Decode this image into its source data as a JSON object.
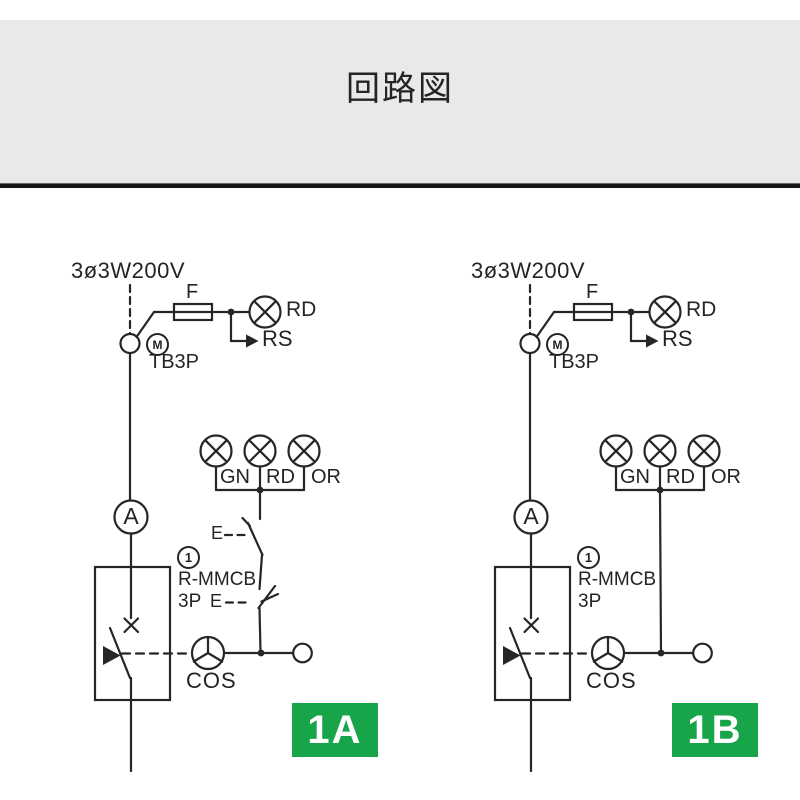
{
  "header": {
    "title": "回路図"
  },
  "colors": {
    "badge_green": "#18a449",
    "line": "#262626",
    "header_bg": "#e9e9e9"
  },
  "diagrams": [
    {
      "badge": "1A",
      "source": "3ø3W200V",
      "fuse": "F",
      "pilot_lamp": "RD",
      "remote_signal": "RS",
      "motor_mark": "M",
      "terminal_block": "TB3P",
      "lamp_labels": [
        "GN",
        "RD",
        "OR"
      ],
      "ammeter": "A",
      "breaker_ref": "1",
      "breaker_name": "R-MMCB",
      "breaker_poles": "3P",
      "aux_contact_labels": [
        "E",
        "E"
      ],
      "changeover_switch": "COS"
    },
    {
      "badge": "1B",
      "source": "3ø3W200V",
      "fuse": "F",
      "pilot_lamp": "RD",
      "remote_signal": "RS",
      "motor_mark": "M",
      "terminal_block": "TB3P",
      "lamp_labels": [
        "GN",
        "RD",
        "OR"
      ],
      "ammeter": "A",
      "breaker_ref": "1",
      "breaker_name": "R-MMCB",
      "breaker_poles": "3P",
      "aux_contact_labels": [],
      "changeover_switch": "COS"
    }
  ]
}
